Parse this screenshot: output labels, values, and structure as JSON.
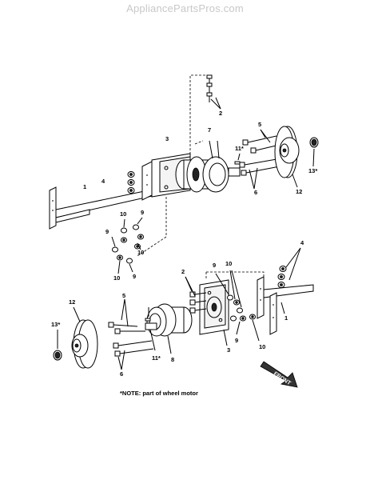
{
  "watermark": "AppliancePartsPros.com",
  "note": "*NOTE: part of wheel motor",
  "front_label": "FRONT",
  "callouts": {
    "c1_top": "1",
    "c2_top": "2",
    "c3_top": "3",
    "c4_top": "4",
    "c5_top": "5",
    "c6_top": "6",
    "c7_top": "7",
    "c9_top_a": "9",
    "c9_top_b": "9",
    "c9_top_c": "9",
    "c10_top_a": "10",
    "c10_top_b": "10",
    "c10_top_c": "10",
    "c11_top": "11*",
    "c12_top": "12",
    "c13_top": "13*",
    "c1_bot": "1",
    "c2_bot": "2",
    "c3_bot": "3",
    "c4_bot": "4",
    "c5_bot": "5",
    "c6_bot": "6",
    "c8_bot": "8",
    "c9_bot_a": "9",
    "c9_bot_b": "9",
    "c10_bot_a": "10",
    "c10_bot_b": "10",
    "c11_bot": "11*",
    "c12_bot": "12",
    "c13_bot": "13*"
  }
}
